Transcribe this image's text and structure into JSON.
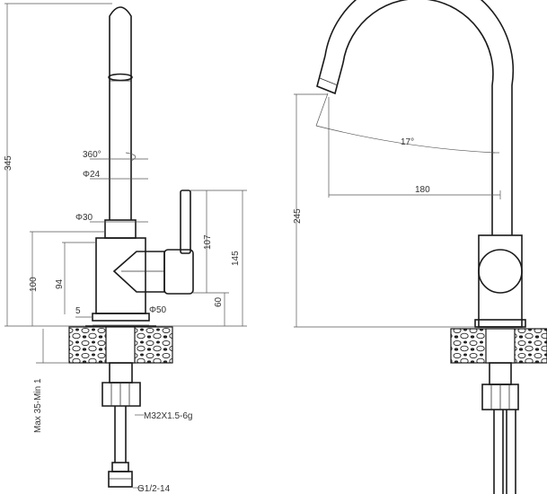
{
  "left_view": {
    "dims": {
      "height_total": "345",
      "rotation": "360°",
      "spout_diameter": "Φ24",
      "neck_diameter": "Φ30",
      "body_height": "100",
      "lever_base": "94",
      "lever_height": "107",
      "handle_height": "145",
      "lower_height": "60",
      "gap": "5",
      "base_diameter": "Φ50",
      "counter_thickness": "Max 35-Min 1",
      "thread": "M32X1.5-6g",
      "hose_thread": "G1/2-14"
    }
  },
  "right_view": {
    "dims": {
      "angle": "17°",
      "reach": "180",
      "height": "245"
    }
  },
  "colors": {
    "line": "#1a1a1a",
    "dim": "#555555",
    "text": "#333333"
  }
}
